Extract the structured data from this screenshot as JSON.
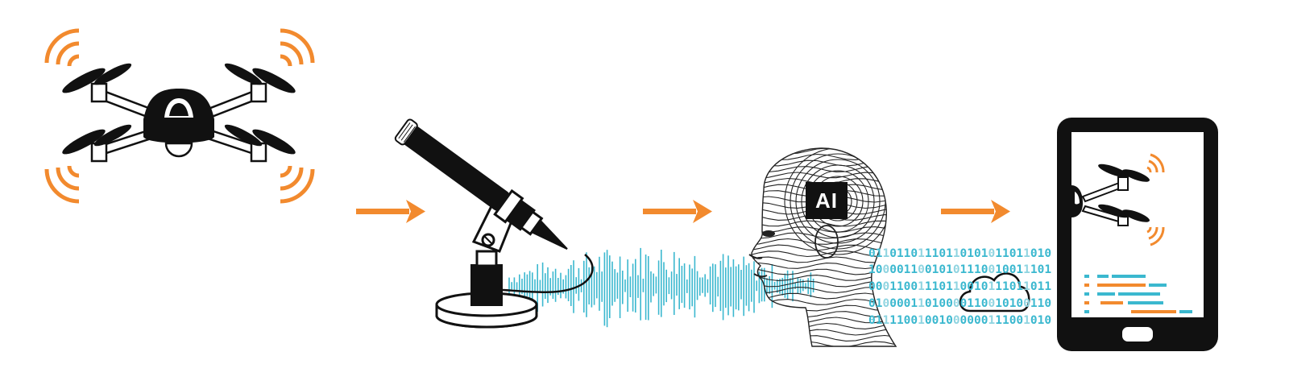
{
  "colors": {
    "accent_orange": "#f28a2e",
    "signal_blue": "#3bb8cf",
    "ink": "#111111"
  },
  "icons": [
    "drone-icon",
    "microphone-icon",
    "sound-wave-icon",
    "ai-head-icon",
    "binary-data-icon",
    "cloud-icon",
    "tablet-icon",
    "arrow-right-icon"
  ],
  "ai_badge": {
    "label": "AI"
  },
  "binary_rows": [
    "01101101110110101011011010",
    "10000110010101110010011101",
    "00011001110110010111011011",
    "01000011010000110010100110",
    "01111001001000000111001010"
  ]
}
